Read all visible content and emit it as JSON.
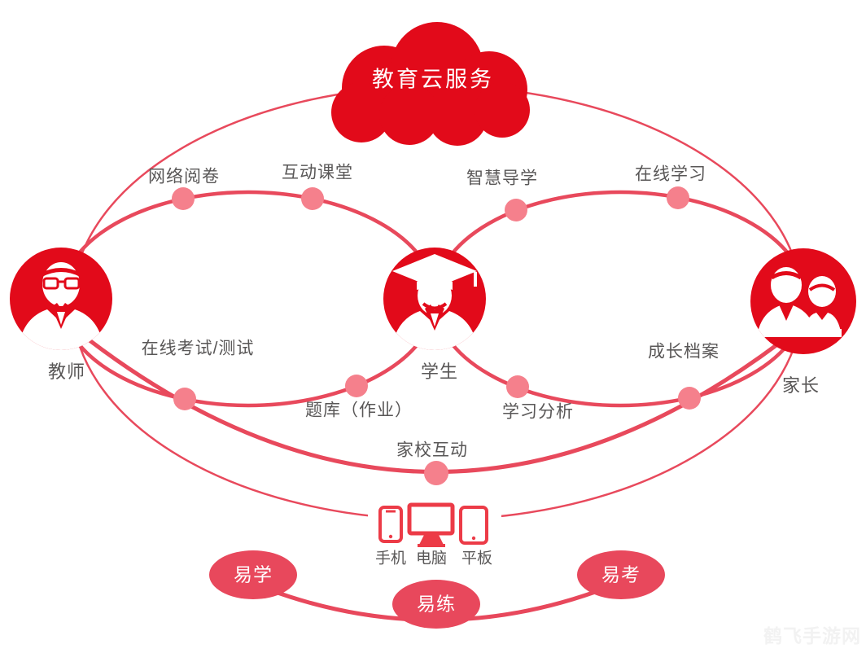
{
  "diagram": {
    "cloud_label": "教育云服务",
    "actors": {
      "teacher": "教师",
      "student": "学生",
      "parent": "家长"
    },
    "services": {
      "online_marking": "网络阅卷",
      "interactive_classroom": "互动课堂",
      "smart_guided_learning": "智慧导学",
      "online_learning": "在线学习",
      "online_exam_test": "在线考试/测试",
      "question_bank_homework": "题库（作业）",
      "learning_analysis": "学习分析",
      "growth_archive": "成长档案",
      "home_school_interaction": "家校互动"
    },
    "devices": {
      "phone": "手机",
      "computer": "电脑",
      "tablet": "平板"
    },
    "features": {
      "easy_learn": "易学",
      "easy_practice": "易练",
      "easy_exam": "易考"
    },
    "watermark": "鹤飞手游网",
    "colors": {
      "primary_red": "#e20a1a",
      "line_rose": "#e8495c",
      "dot_pink": "#f5808c",
      "device_red": "#ec3b47",
      "label_gray": "#595757"
    }
  }
}
